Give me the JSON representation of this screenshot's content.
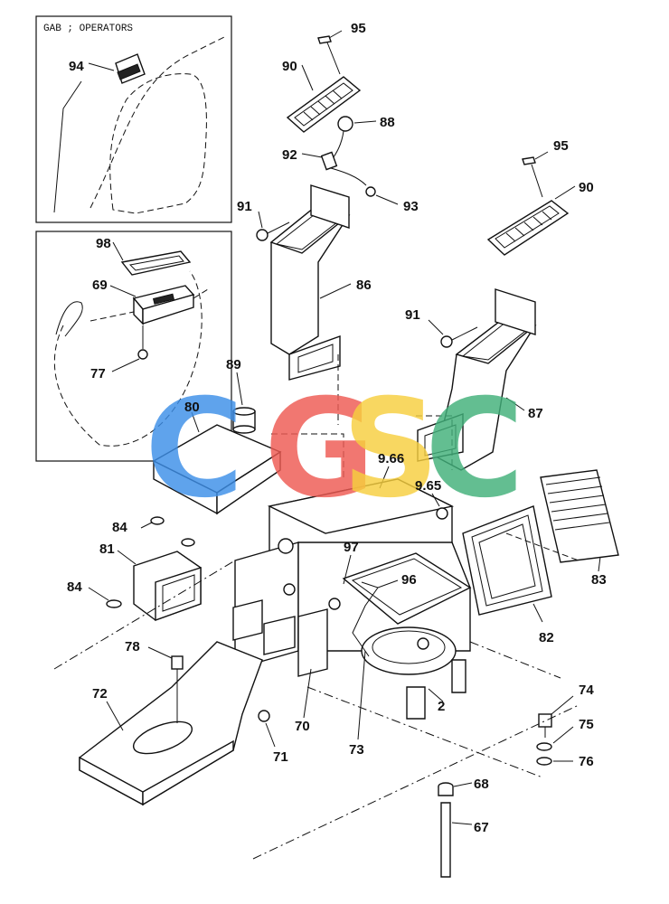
{
  "inset_caption": "GAB ; OPERATORS",
  "watermark": {
    "letters": [
      "C",
      "G",
      "S",
      "C"
    ],
    "colors": [
      "#3d8fe8",
      "#ee5a52",
      "#f7cf3f",
      "#41b07a"
    ]
  },
  "labels": {
    "p94": "94",
    "p95a": "95",
    "p90a": "90",
    "p88": "88",
    "p92": "92",
    "p93": "93",
    "p95b": "95",
    "p90b": "90",
    "p98": "98",
    "p69": "69",
    "p77": "77",
    "p91a": "91",
    "p86": "86",
    "p91b": "91",
    "p87": "87",
    "p89": "89",
    "p80": "80",
    "p966": "9.66",
    "p965": "9.65",
    "p84a": "84",
    "p81": "81",
    "p84b": "84",
    "p97": "97",
    "p96": "96",
    "p83": "83",
    "p82": "82",
    "p78": "78",
    "p72": "72",
    "p74": "74",
    "p75": "75",
    "p76": "76",
    "p2": "2",
    "p71": "71",
    "p70": "70",
    "p73": "73",
    "p68": "68",
    "p67": "67"
  }
}
